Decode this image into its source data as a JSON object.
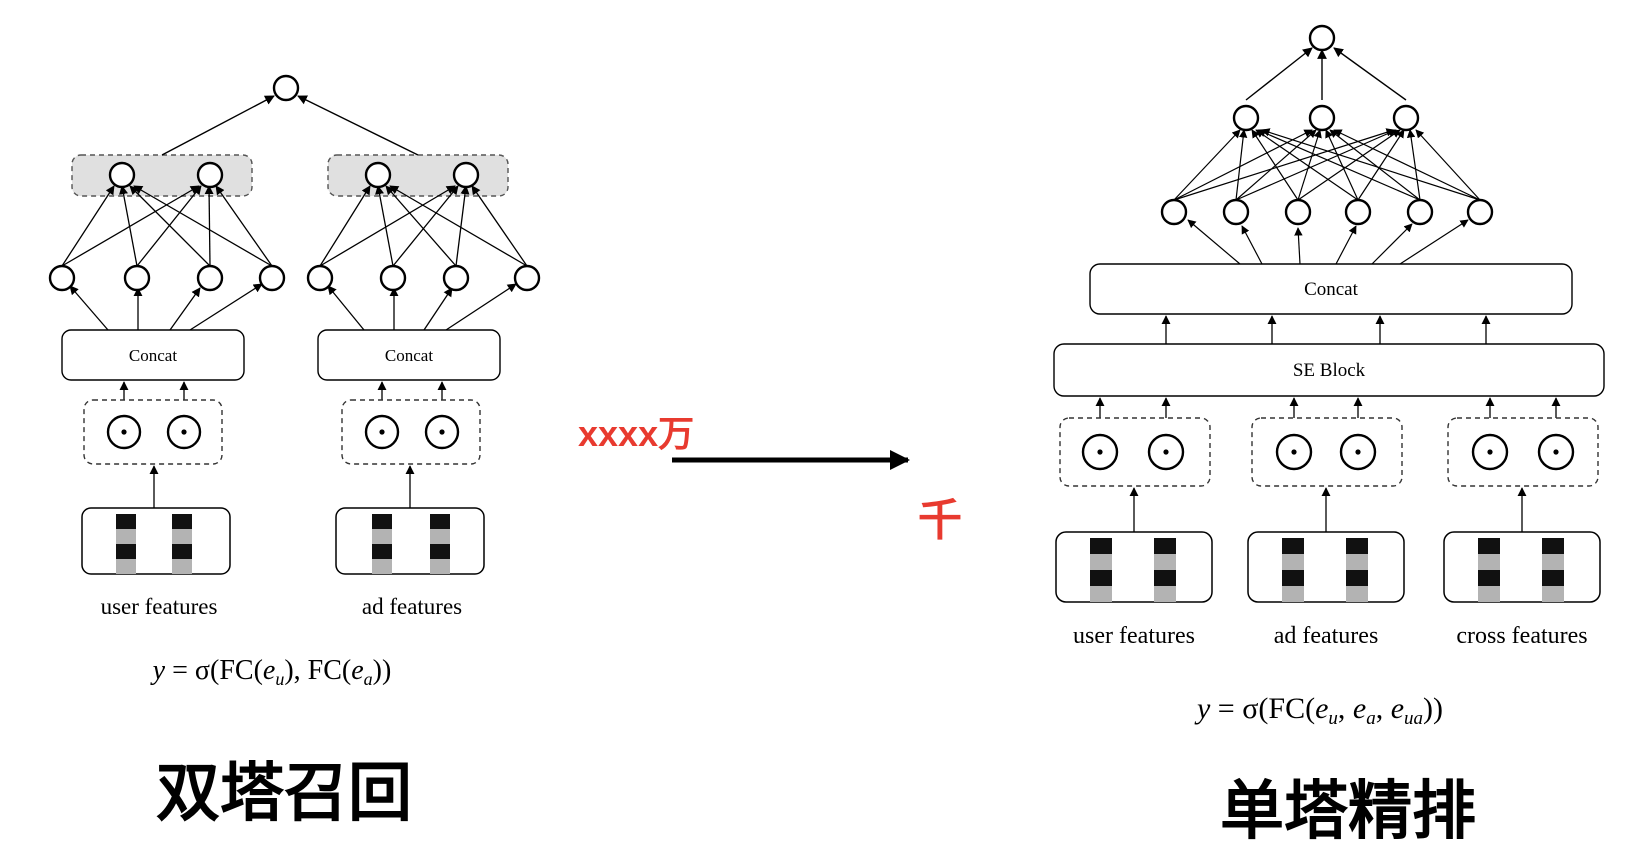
{
  "left_model": {
    "concat_label_1": "Concat",
    "concat_label_2": "Concat",
    "user_label": "user features",
    "ad_label": "ad features",
    "formula_parts": {
      "y": "y",
      "eq": " = σ(FC(",
      "e1": "e",
      "sub1": "u",
      "mid": "), FC(",
      "e2": "e",
      "sub2": "a",
      "end": "))"
    },
    "caption": "双塔召回"
  },
  "transition": {
    "top_label": "xxxx万",
    "bottom_label": "千",
    "label_color": "#e83a2f"
  },
  "right_model": {
    "concat_label": "Concat",
    "se_label": "SE Block",
    "user_label": "user features",
    "ad_label": "ad features",
    "cross_label": "cross features",
    "formula_parts": {
      "y": "y",
      "eq": " = σ(FC(",
      "e1": "e",
      "sub1": "u",
      "c1": ", ",
      "e2": "e",
      "sub2": "a",
      "c2": ", ",
      "e3": "e",
      "sub3": "ua",
      "end": "))"
    },
    "caption": "单塔精排"
  }
}
